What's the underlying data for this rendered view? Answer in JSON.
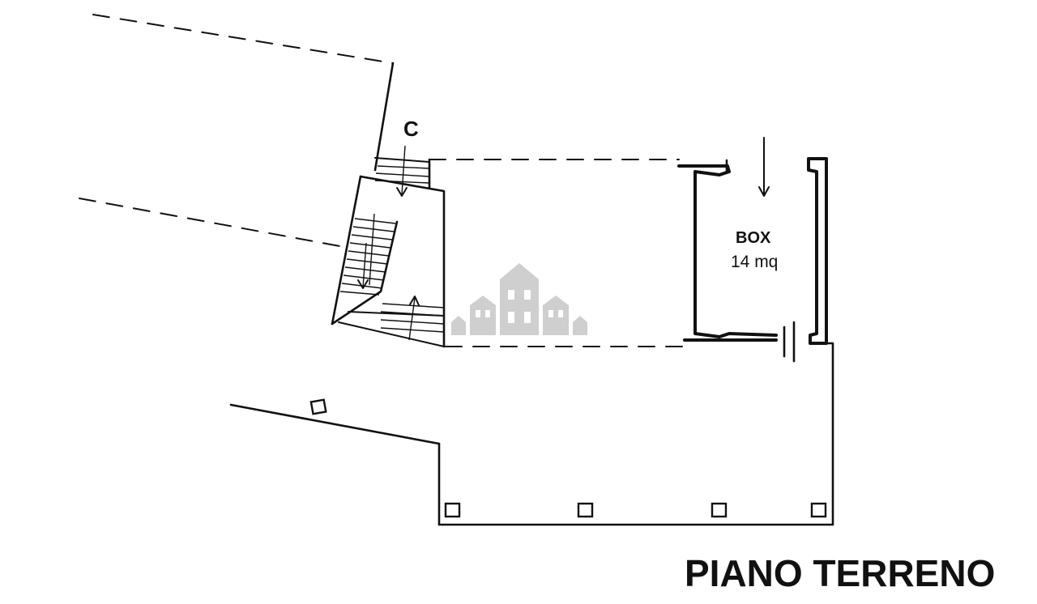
{
  "plan": {
    "floor_title": "PIANO TERRENO",
    "section_marker": "C",
    "box_room": {
      "name": "BOX",
      "area": "14 mq"
    }
  },
  "colors": {
    "line": "#111111",
    "background": "#ffffff",
    "watermark": "#cfcfcf"
  },
  "icons": [
    "stair-arrow-icon",
    "entry-arrow-icon",
    "watermark-buildings-icon"
  ]
}
